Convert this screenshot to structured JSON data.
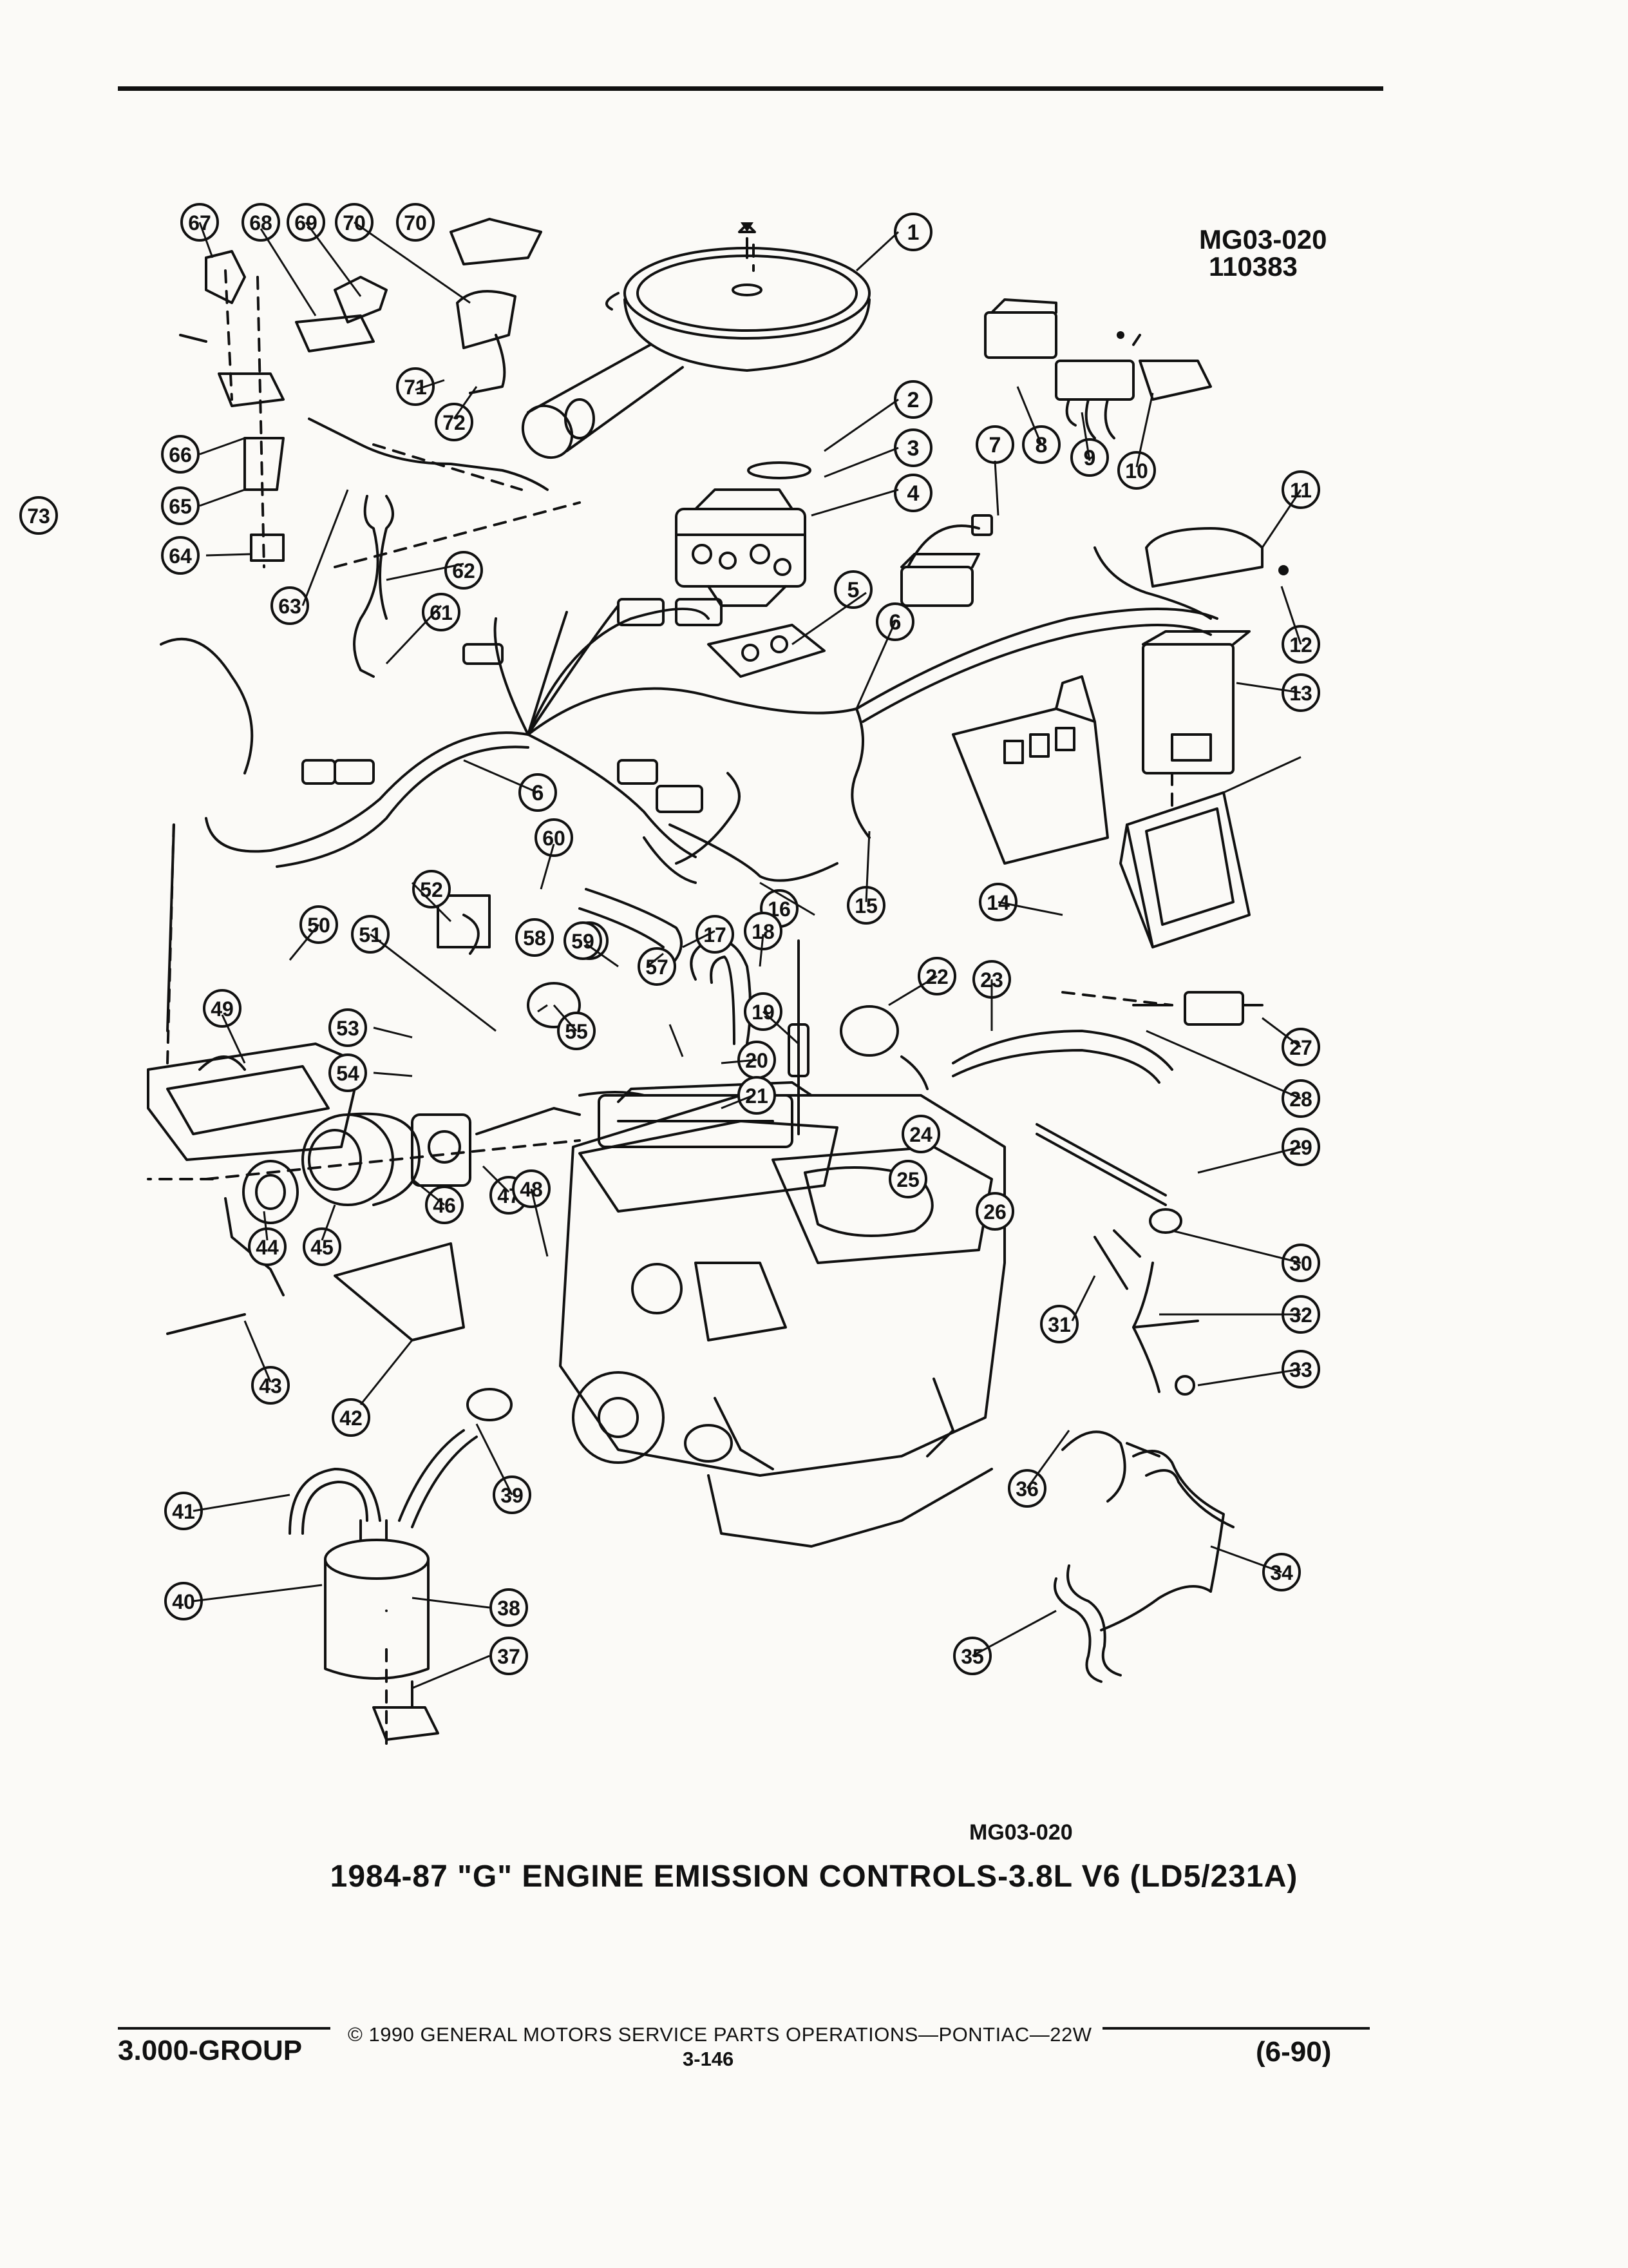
{
  "document": {
    "figure_code": "MG03-020",
    "figure_date": "110383",
    "figure_code_bottom": "MG03-020",
    "title": "1984-87 \"G\" ENGINE EMISSION CONTROLS-3.8L V6 (LD5/231A)"
  },
  "footer": {
    "group": "3.000-GROUP",
    "copyright": "© 1990 GENERAL MOTORS SERVICE PARTS OPERATIONS—PONTIAC—22W",
    "page_number": "3-146",
    "revision": "(6-90)"
  },
  "callouts": [
    "1",
    "2",
    "3",
    "4",
    "5",
    "6",
    "6",
    "7",
    "8",
    "9",
    "10",
    "11",
    "12",
    "13",
    "14",
    "15",
    "16",
    "17",
    "18",
    "19",
    "20",
    "21",
    "22",
    "23",
    "24",
    "25",
    "26",
    "27",
    "28",
    "29",
    "30",
    "31",
    "32",
    "33",
    "34",
    "35",
    "36",
    "37",
    "38",
    "39",
    "40",
    "41",
    "42",
    "43",
    "44",
    "45",
    "46",
    "47",
    "48",
    "49",
    "50",
    "51",
    "52",
    "53",
    "54",
    "55",
    "56",
    "57",
    "58",
    "59",
    "60",
    "61",
    "62",
    "63",
    "64",
    "65",
    "66",
    "67",
    "68",
    "69",
    "70",
    "70",
    "71",
    "72",
    "73"
  ],
  "colors": {
    "ink": "#111111",
    "paper": "#fbfaf7"
  }
}
